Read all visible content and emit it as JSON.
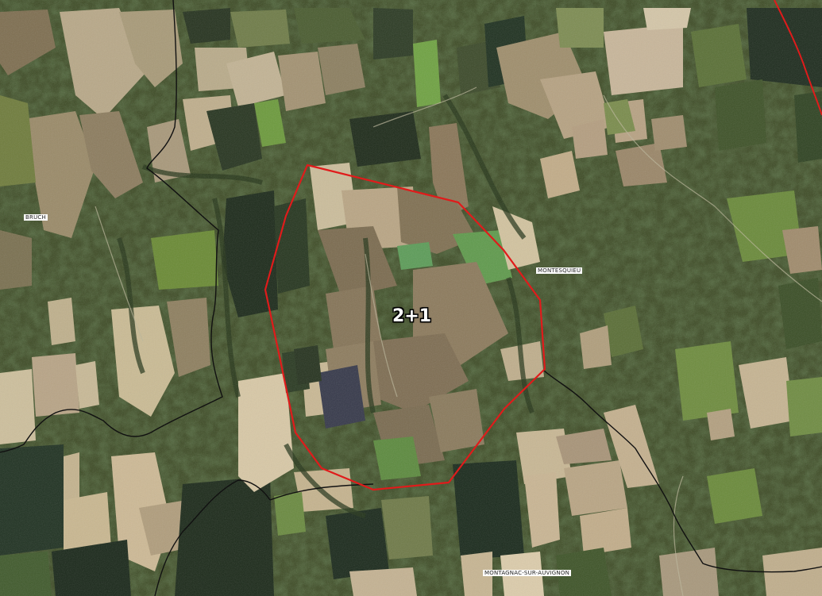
{
  "map": {
    "style": "satellite",
    "colors": {
      "forest": "#3c4a24",
      "field_light": "#c9b892",
      "field_brown": "#7d6a4c",
      "field_green": "#6e8a3a",
      "field_dark": "#1e2a18",
      "boundary_red": "#e01b1b",
      "commune_border": "#111111",
      "label_bg": "#ffffff"
    }
  },
  "places": {
    "bruch": "BRUCH",
    "montesquieu": "MONTESQUIEU",
    "montagnac": "MONTAGNAC-SUR-AUVIGNON"
  },
  "zone": {
    "label": "2+1",
    "outline_color": "#e01b1b"
  }
}
